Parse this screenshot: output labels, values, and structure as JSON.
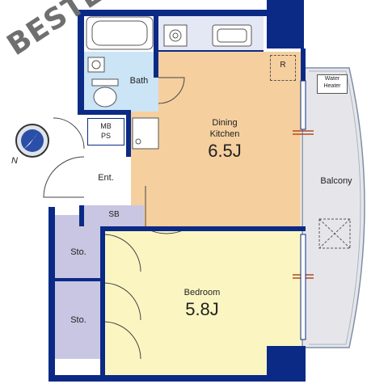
{
  "watermark": "BESTEX",
  "compass": {
    "north_label": "N"
  },
  "rooms": {
    "bath": "Bath",
    "mb_ps_line1": "MB",
    "mb_ps_line2": "PS",
    "entrance": "Ent.",
    "sb": "SB",
    "storage_upper": "Sto.",
    "storage_lower": "Sto.",
    "balcony": "Balcony",
    "water_heater_line1": "Water",
    "water_heater_line2": "Heater",
    "refrigerator": "R"
  },
  "dining_kitchen": {
    "line1": "Dining",
    "line2": "Kitchen",
    "size": "6.5J"
  },
  "bedroom": {
    "name": "Bedroom",
    "size": "5.8J"
  },
  "colors": {
    "wall": "#0b2a86",
    "kitchen_fill": "#f6cf9f",
    "bedroom_fill": "#fbf6c1",
    "bath_fill": "#cbe4f6",
    "storage_fill": "#c8c6e2",
    "balcony_fill": "#e6e6ea"
  }
}
